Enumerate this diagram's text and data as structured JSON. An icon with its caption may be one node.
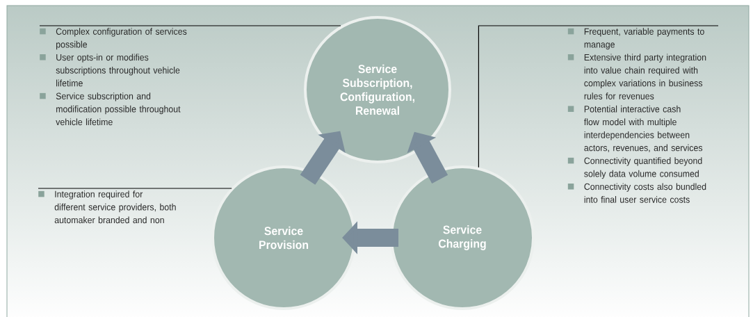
{
  "diagram": {
    "nodes": [
      {
        "text": [
          "Service Subscription, Configuration, Renewal"
        ]
      },
      {
        "text": [
          "Service Provision"
        ]
      },
      {
        "text": [
          "Service Charging"
        ]
      },
      {
        "text": [
          "Complex configuration of services possible",
          "User opts-in or modifies subscriptions throughout vehicle lifetime",
          "Service subscription and modification possible throughout vehicle lifetime"
        ]
      },
      {
        "text": [
          "Integration required for different service providers, both automaker branded and non"
        ]
      },
      {
        "text": [
          "Frequent, variable payments to manage",
          "Extensive third party integration into value chain required with complex variations in business rules for revenues",
          "Potential interactive cash flow model with multiple interdependencies between actors, revenues, and services",
          "Connectivity quantified beyond solely data volume consumed",
          "Connectivity costs also bundled into final user service costs"
        ]
      }
    ],
    "edges": [
      {
        "from": 1,
        "to": 0,
        "arrow": "to",
        "style": "thick",
        "color": "#7b8d9b"
      },
      {
        "from": 2,
        "to": 0,
        "arrow": "to",
        "style": "thick",
        "color": "#7b8d9b"
      },
      {
        "from": 2,
        "to": 1,
        "arrow": "to",
        "style": "thick",
        "color": "#7b8d9b"
      },
      {
        "from": 3,
        "to": 0,
        "arrow": "none",
        "color": "#000000"
      },
      {
        "from": 4,
        "to": 1,
        "arrow": "none",
        "color": "#000000"
      },
      {
        "from": 5,
        "to": 2,
        "arrow": "none",
        "color": "#000000"
      }
    ]
  }
}
